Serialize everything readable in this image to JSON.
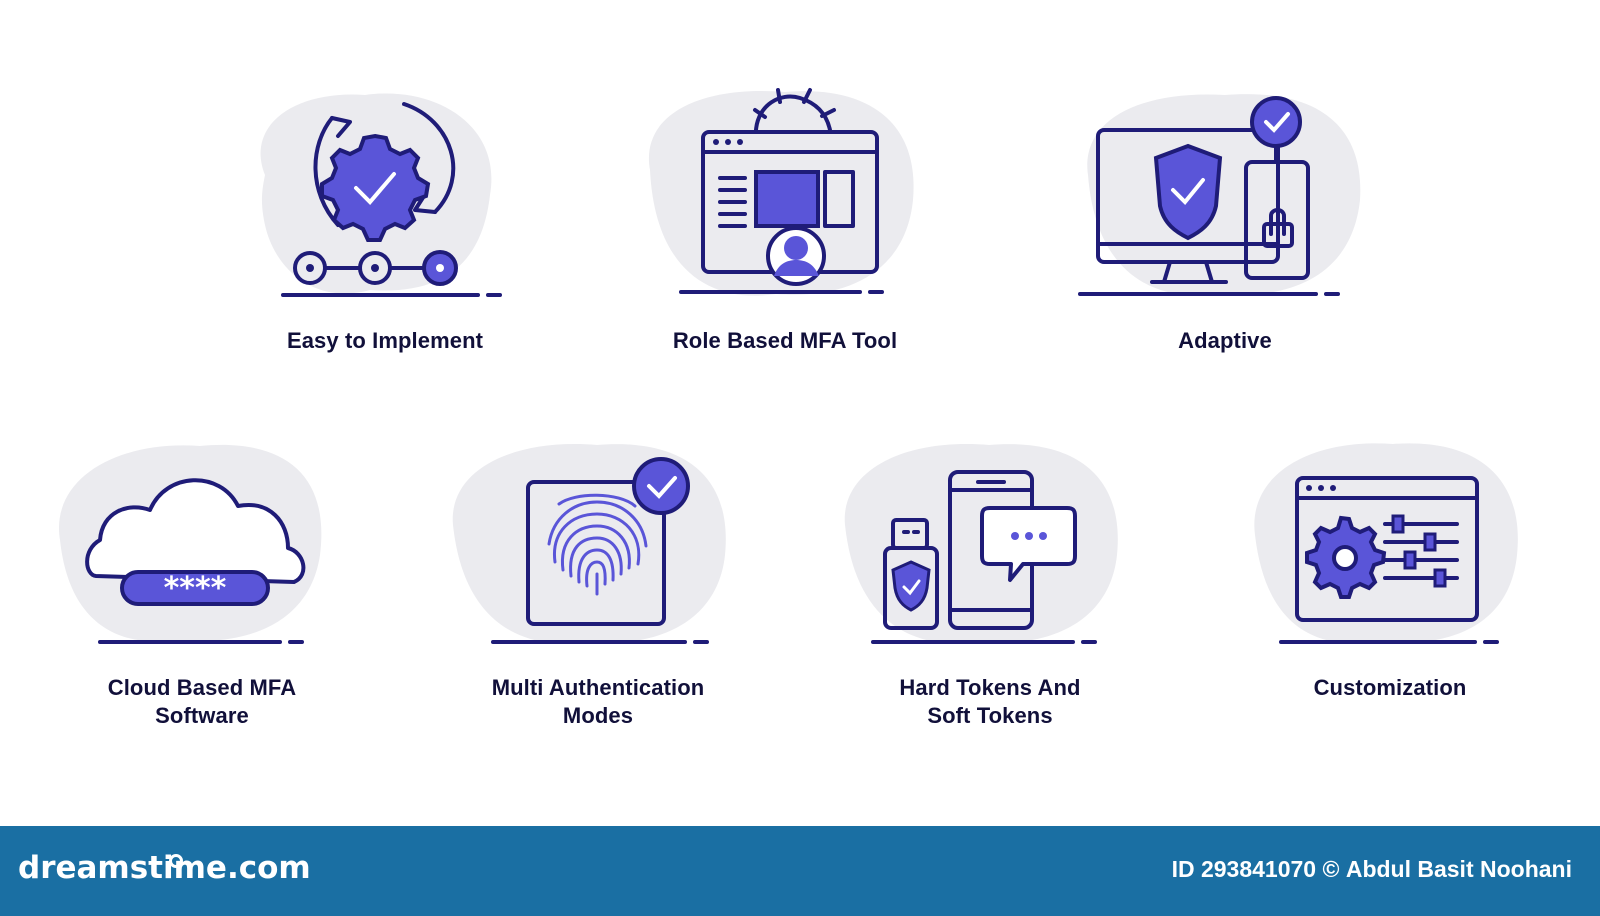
{
  "features": [
    {
      "label_line_1": "Easy to Implement",
      "label_line_2": ""
    },
    {
      "label_line_1": "Role Based MFA Tool",
      "label_line_2": ""
    },
    {
      "label_line_1": "Adaptive",
      "label_line_2": ""
    },
    {
      "label_line_1": "Cloud Based MFA",
      "label_line_2": "Software"
    },
    {
      "label_line_1": "Multi Authentication",
      "label_line_2": "Modes"
    },
    {
      "label_line_1": "Hard Tokens And",
      "label_line_2": "Soft Tokens"
    },
    {
      "label_line_1": "Customization",
      "label_line_2": ""
    }
  ],
  "password_mask": "****",
  "footer": {
    "site": "dreamstime.com",
    "id_prefix": "ID",
    "image_id": "293841070",
    "copyright_symbol": "©",
    "author": "Abdul Basit Noohani"
  },
  "colors": {
    "accent_purple": "#5a55d8",
    "outline_navy": "#1f1c78",
    "blob_gray": "#ebebef",
    "footer_blue": "#1a6fa3"
  },
  "icons": [
    "gear-cycle-icon",
    "web-admin-user-icon",
    "secure-device-icon",
    "cloud-password-icon",
    "fingerprint-check-icon",
    "token-chat-icon",
    "settings-sliders-icon"
  ]
}
